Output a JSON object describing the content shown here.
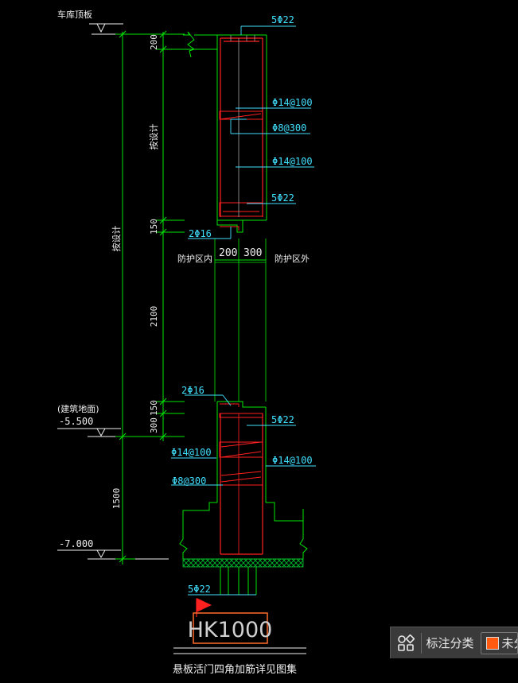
{
  "drawing": {
    "label_top_slab": "车库顶板",
    "label_building_floor": "(建筑地面)",
    "elev_floor": "-5.500",
    "elev_bottom": "-7.000",
    "dims_left": {
      "overall": "按设计",
      "upper": "按设计",
      "d200": "200",
      "d150_top": "150",
      "d2100": "2100",
      "d150_bot": "150",
      "d300": "300",
      "d1500": "1500"
    },
    "rebar": {
      "top_main": "5Φ22",
      "stirrup_top_1": "Φ14@100",
      "tie_top": "Φ8@300",
      "stirrup_top_2": "Φ14@100",
      "top_lower": "5Φ22",
      "lintel_top": "2Φ16",
      "lintel_bottom": "2Φ16",
      "bottom_upper": "5Φ22",
      "stirrup_bot_left": "Φ14@100",
      "stirrup_bot_right": "Φ14@100",
      "tie_bot": "Φ8@300",
      "base": "5Φ22"
    },
    "wall_dims": {
      "inner": "200",
      "outer": "300"
    },
    "side_inner": "防护区内",
    "side_outer": "防护区外",
    "tag": "HK1000",
    "caption": "悬板活门四角加筋详见图集"
  },
  "tagbar": {
    "title": "标注分类",
    "chip_label": "未分类"
  },
  "colors": {
    "green": "#00e600",
    "cyan": "#40e0ff",
    "red": "#ff2020",
    "white": "#f0f0f0",
    "orange": "#ff6a2a",
    "hatch": "#00c030"
  }
}
